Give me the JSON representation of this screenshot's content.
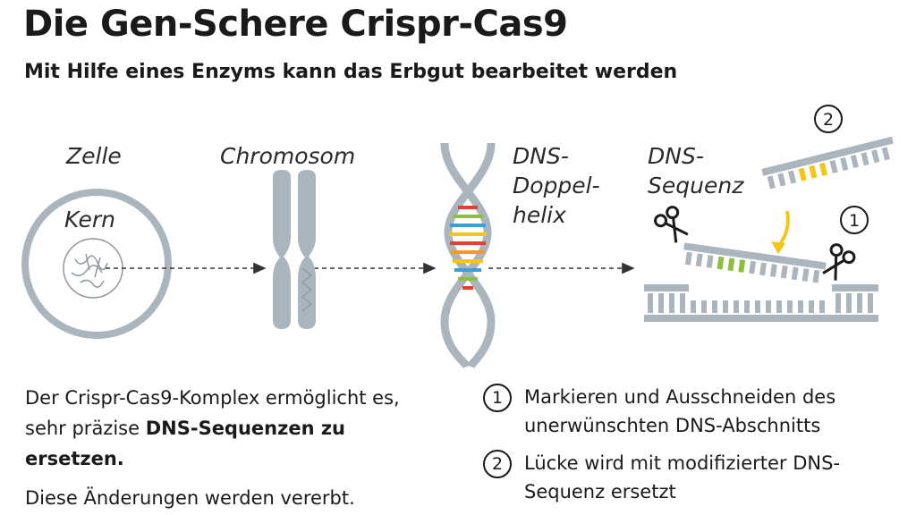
{
  "header": {
    "title": "Die Gen-Schere Crispr-Cas9",
    "subtitle": "Mit Hilfe eines Enzyms kann das Erbgut bearbeitet werden"
  },
  "stages": {
    "cell_label": "Zelle",
    "nucleus_label": "Kern",
    "chromosome_label": "Chromosom",
    "helix_label": [
      "DNS-",
      "Doppel-",
      "helix"
    ],
    "sequence_label": [
      "DNS-",
      "Sequenz"
    ]
  },
  "markers": {
    "one": "1",
    "two": "2"
  },
  "description": {
    "line_plain": "Der Crispr-Cas9-Komplex ermöglicht es, sehr präzise ",
    "line_bold": "DNS-Sequenzen zu ersetzen.",
    "second": "Diese Änderungen werden vererbt."
  },
  "steps": [
    {
      "num": "1",
      "text": "Markieren und Ausschneiden des unerwünschten DNS-Abschnitts"
    },
    {
      "num": "2",
      "text": "Lücke wird mit modifizierter DNS-Sequenz ersetzt"
    }
  ],
  "colors": {
    "gray": "#aab5bd",
    "dark_gray": "#8e99a1",
    "yellow": "#f5c518",
    "green": "#8cbf3f",
    "red": "#e2412f",
    "blue": "#3aa0d8",
    "orange": "#f39a1f",
    "text": "#1a1a1a"
  },
  "icons": [
    "scissors-icon",
    "arrow-icon"
  ]
}
